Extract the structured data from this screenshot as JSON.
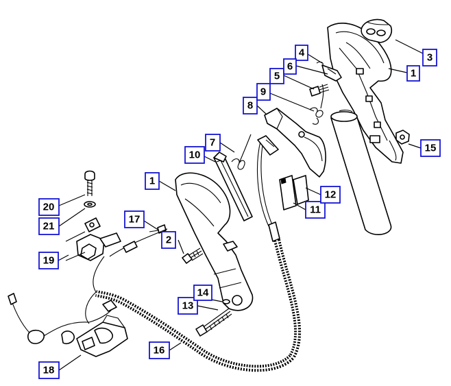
{
  "colors": {
    "callout_border": "#1414d2",
    "line": "#000000",
    "background": "#ffffff"
  },
  "callouts": [
    {
      "id": "c1a",
      "text": "1"
    },
    {
      "id": "c1b",
      "text": "1"
    },
    {
      "id": "c2",
      "text": "2"
    },
    {
      "id": "c3",
      "text": "3"
    },
    {
      "id": "c4",
      "text": "4"
    },
    {
      "id": "c5",
      "text": "5"
    },
    {
      "id": "c6",
      "text": "6"
    },
    {
      "id": "c7",
      "text": "7"
    },
    {
      "id": "c8",
      "text": "8"
    },
    {
      "id": "c9",
      "text": "9"
    },
    {
      "id": "c10",
      "text": "10"
    },
    {
      "id": "c11",
      "text": "11"
    },
    {
      "id": "c12",
      "text": "12"
    },
    {
      "id": "c13",
      "text": "13"
    },
    {
      "id": "c14",
      "text": "14"
    },
    {
      "id": "c15",
      "text": "15"
    },
    {
      "id": "c16",
      "text": "16"
    },
    {
      "id": "c17",
      "text": "17"
    },
    {
      "id": "c18",
      "text": "18"
    },
    {
      "id": "c19",
      "text": "19"
    },
    {
      "id": "c20",
      "text": "20"
    },
    {
      "id": "c21",
      "text": "21"
    }
  ]
}
